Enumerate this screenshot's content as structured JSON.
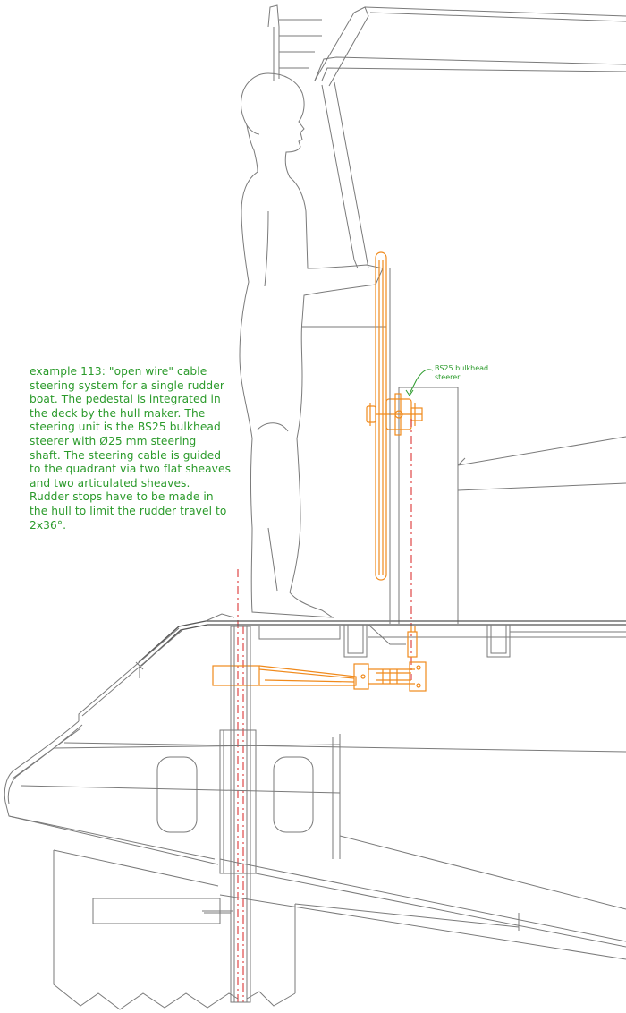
{
  "description": {
    "lines": [
      "example 113: \"open wire\" cable",
      "steering system for a single rudder",
      "boat. The pedestal is integrated in",
      "the deck by the hull maker. The",
      "steering unit is the BS25 bulkhead",
      "steerer with Ø25 mm steering",
      "shaft. The steering cable is guided",
      "to the quadrant via two flat sheaves",
      "and two articulated sheaves.",
      "Rudder stops have to be made in",
      "the hull to limit the rudder travel to",
      "2x36°."
    ]
  },
  "callout": {
    "lines": [
      "BS25 bulkhead",
      "steerer"
    ]
  },
  "colors": {
    "text": "#2a9a2a",
    "component": "#f08a1c",
    "centerline": "#d92020",
    "structure": "#7a7a7a"
  }
}
